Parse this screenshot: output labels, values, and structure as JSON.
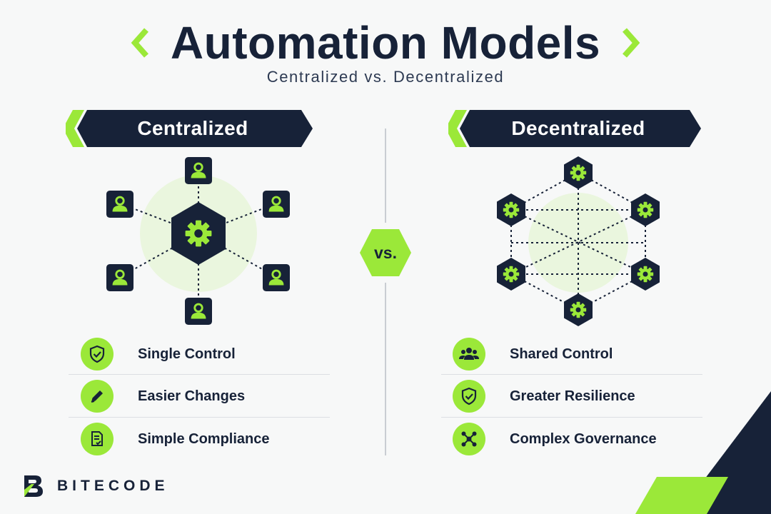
{
  "header": {
    "title": "Automation Models",
    "subtitle": "Centralized vs. Decentralized"
  },
  "vs_label": "vs.",
  "centralized": {
    "label": "Centralized",
    "features": [
      {
        "icon": "shield-check-icon",
        "text": "Single Control"
      },
      {
        "icon": "pencil-icon",
        "text": "Easier Changes"
      },
      {
        "icon": "document-check-icon",
        "text": "Simple Compliance"
      }
    ]
  },
  "decentralized": {
    "label": "Decentralized",
    "features": [
      {
        "icon": "users-icon",
        "text": "Shared Control"
      },
      {
        "icon": "shield-check-icon",
        "text": "Greater Resilience"
      },
      {
        "icon": "network-icon",
        "text": "Complex Governance"
      }
    ]
  },
  "brand": {
    "name": "BITECODE"
  },
  "colors": {
    "navy": "#172238",
    "green": "#9be839",
    "light_green": "#eaf6de",
    "background": "#f7f8f8"
  }
}
